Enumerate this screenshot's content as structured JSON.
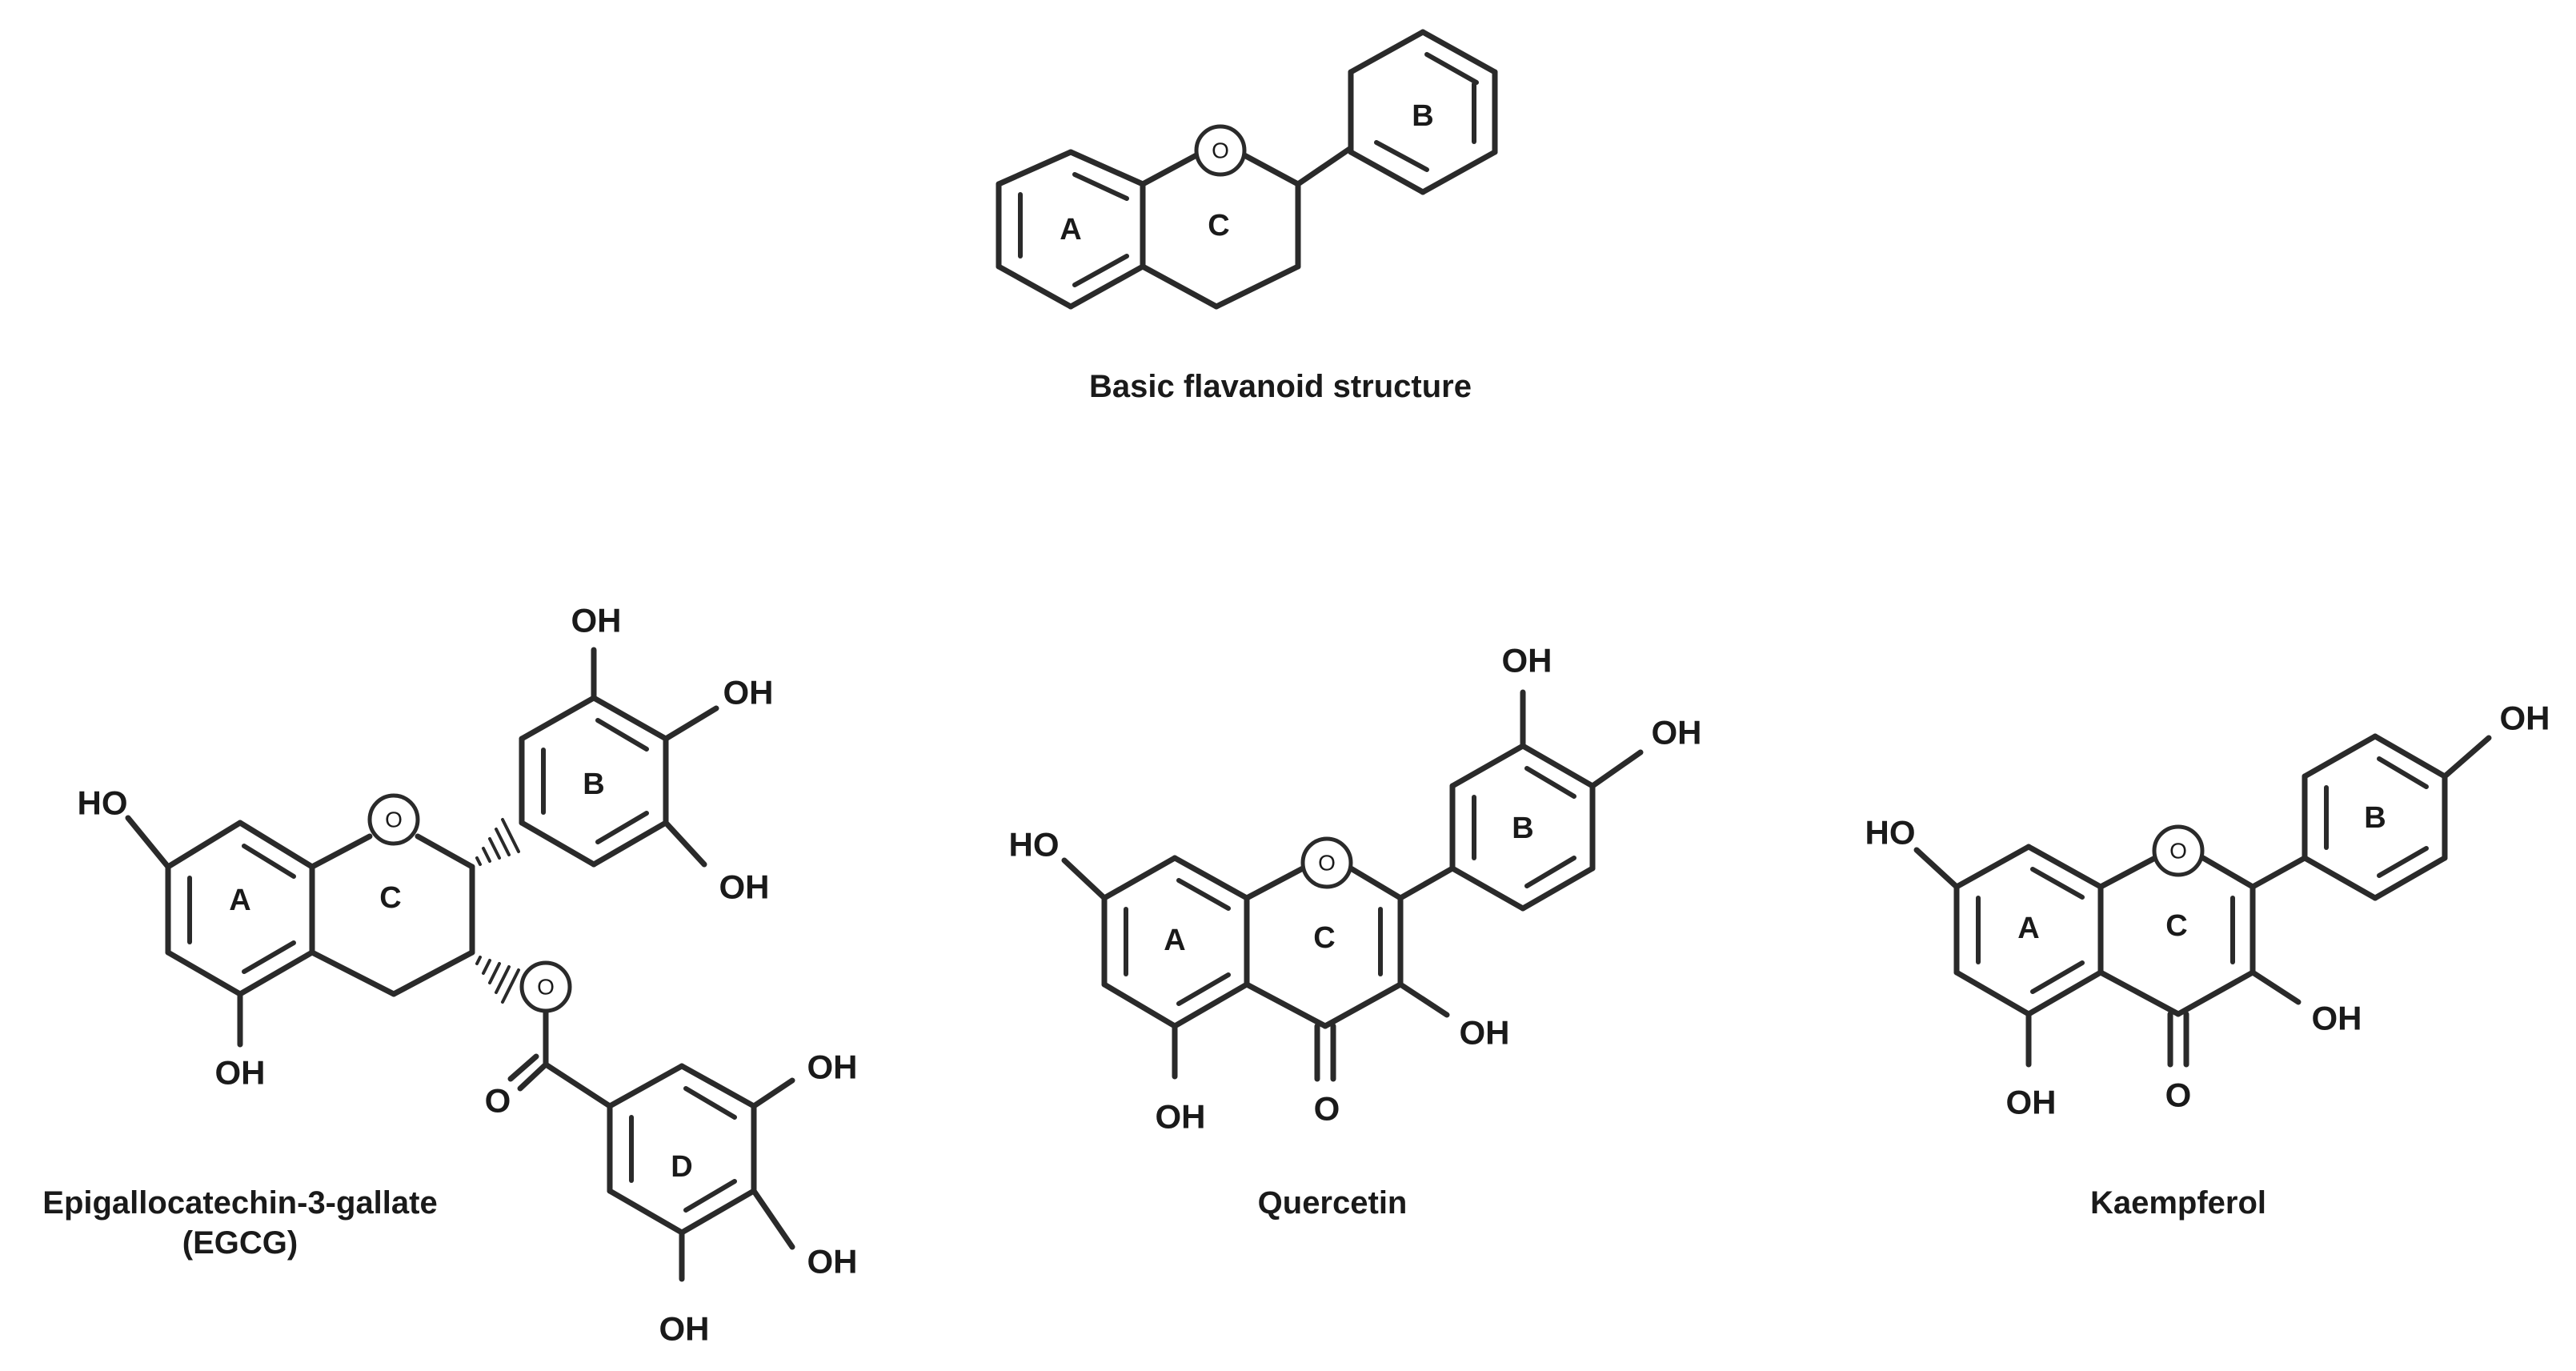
{
  "colors": {
    "ink": "#2a2a2a",
    "background": "#ffffff"
  },
  "ring_labels": {
    "a": "A",
    "b": "B",
    "c": "C",
    "d": "D"
  },
  "atoms": {
    "oxygen": "O",
    "hydroxyl_right": "OH",
    "hydroxyl_left": "HO"
  },
  "structures": [
    {
      "id": "basic",
      "caption": "Basic flavanoid structure"
    },
    {
      "id": "egcg",
      "caption_line1": "Epigallocatechin-3-gallate",
      "caption_line2": "(EGCG)"
    },
    {
      "id": "quercetin",
      "caption": "Quercetin"
    },
    {
      "id": "kaempferol",
      "caption": "Kaempferol"
    }
  ]
}
